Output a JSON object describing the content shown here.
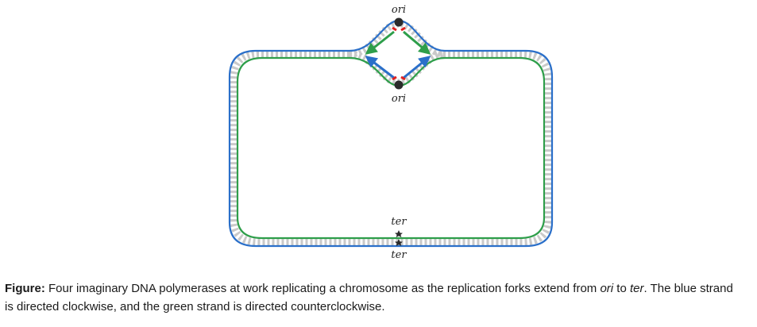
{
  "labels": {
    "ori_top": "ori",
    "ori_bottom": "ori",
    "ter_top": "ter",
    "ter_bottom": "ter"
  },
  "caption": {
    "prefix": "Figure:",
    "text1": " Four imaginary DNA polymerases at work replicating a chromosome as the replication forks extend from ",
    "ori": "ori",
    "text2": " to ",
    "ter": "ter",
    "text3": ". The blue strand is directed clockwise, and the green strand is directed counterclockwise."
  },
  "colors": {
    "blue_strand": "#2a6fc9",
    "green_strand": "#2e9e4a",
    "base_pairs": "#c8c8c8",
    "origin_marker": "#2b2b2b",
    "primer": "#e02020"
  }
}
